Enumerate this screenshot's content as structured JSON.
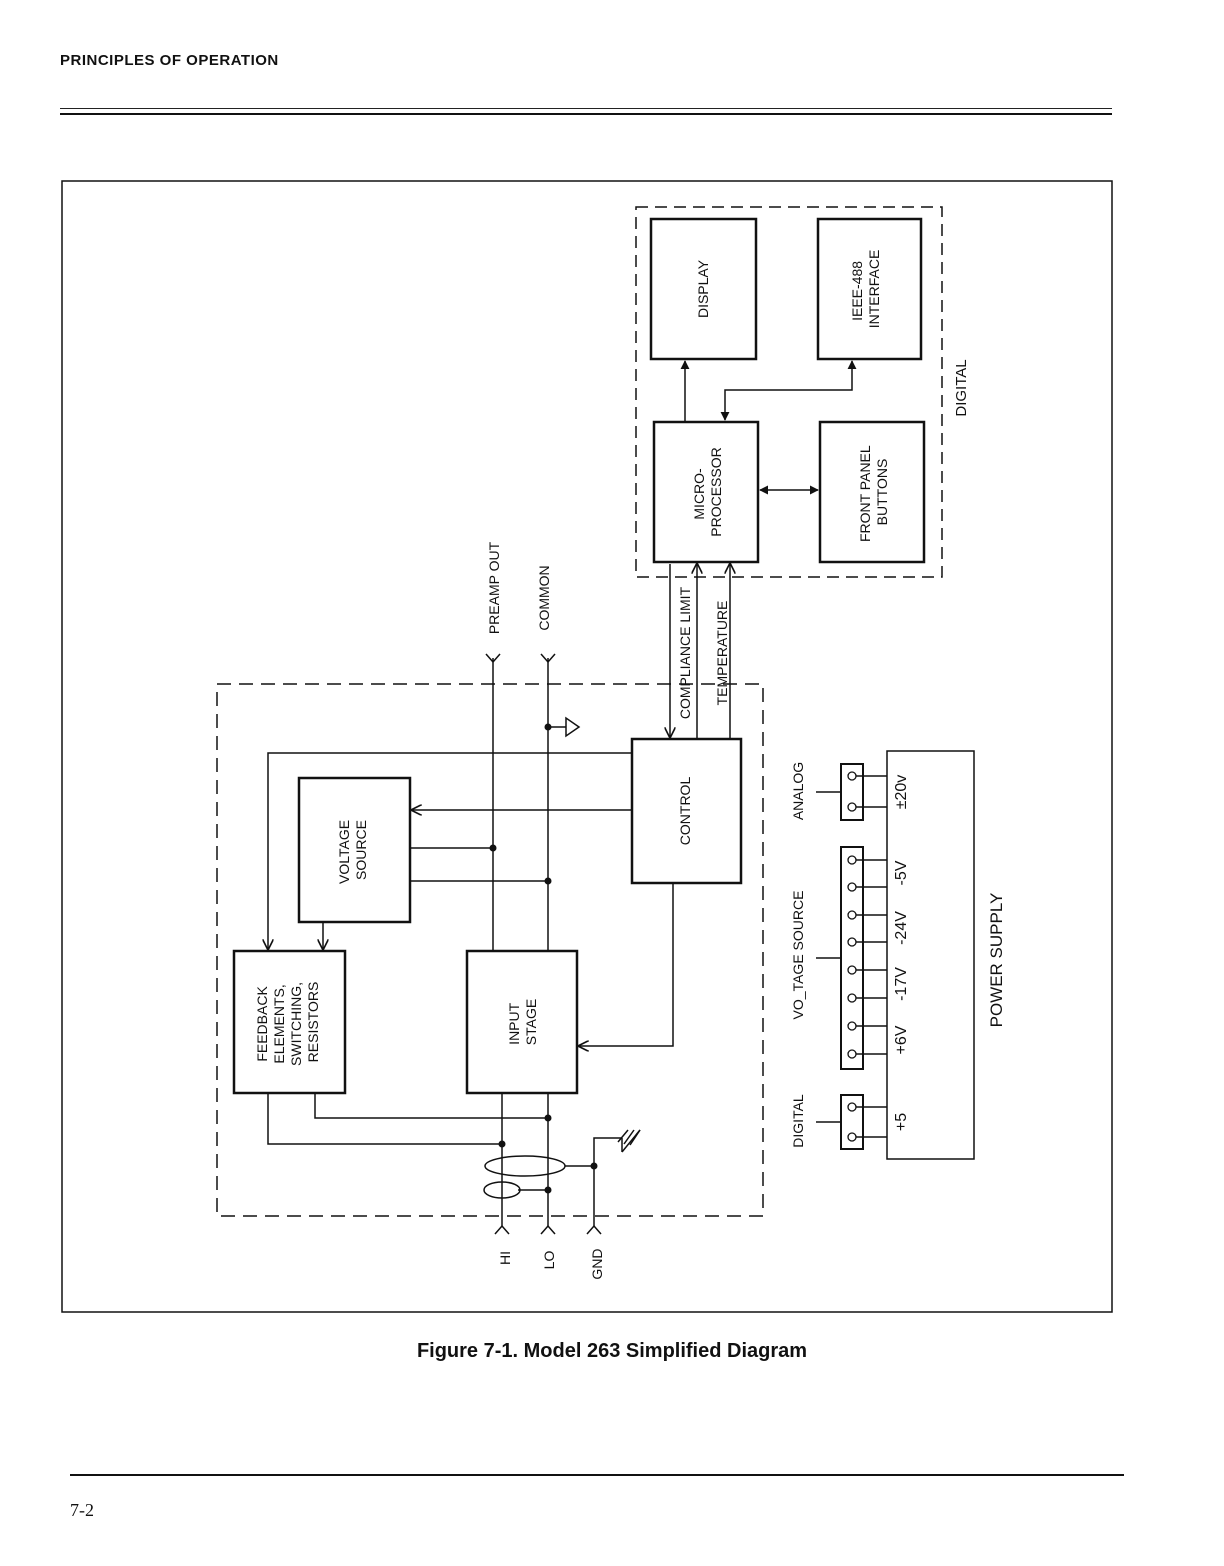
{
  "header": {
    "section": "PRINCIPLES OF OPERATION"
  },
  "figure": {
    "caption": "Figure 7-1. Model 263 Simplified Diagram",
    "blocks": {
      "display": [
        "DISPLAY"
      ],
      "ieee": [
        "IEEE-488",
        "INTERFACE"
      ],
      "micro": [
        "MICRO-",
        "PROCESSOR"
      ],
      "front_panel": [
        "FRONT PANEL",
        "BUTTONS"
      ],
      "voltage_source": [
        "VOLTAGE",
        "SOURCE"
      ],
      "control": [
        "CONTROL"
      ],
      "feedback": [
        "FEEDBACK",
        "ELEMENTS,",
        "SWITCHING,",
        "RESISTORS"
      ],
      "input_stage": [
        "INPUT",
        "STAGE"
      ],
      "power_supply": [
        "POWER SUPPLY"
      ]
    },
    "labels": {
      "digital_section": "DIGITAL",
      "preamp_out": "PREAMP OUT",
      "common": "COMMON",
      "compliance_limit": "COMPLIANCE LIMIT",
      "temperature": "TEMPERATURE",
      "hi": "HI",
      "lo": "LO",
      "gnd": "GND"
    },
    "power_supply": {
      "groups": {
        "analog": "ANALOG",
        "voltage_source": "VO_TAGE SOURCE",
        "digital": "DIGITAL"
      },
      "rails": {
        "pm20v": "±20v",
        "m5v": "-5V",
        "m24v": "-24V",
        "m17v": "-17V",
        "p6v": "+6V",
        "p5": "+5"
      }
    }
  },
  "footer": {
    "page": "7-2"
  }
}
